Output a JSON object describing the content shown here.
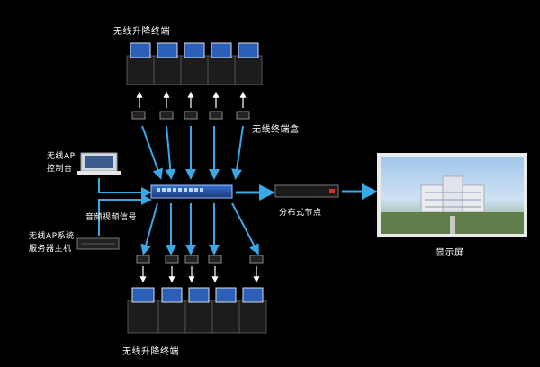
{
  "title_top": "无线升降终端",
  "title_bottom": "无线升降终端",
  "wireless_terminal_label": "无线终端盒",
  "control_panel_label": "无线AP\n控制台",
  "server_label": "无线AP系统\n服务器主机",
  "switch_label": "音频视频信号",
  "matrix_label": "分布式节点",
  "display_label": "显示屏",
  "colors": {
    "background": "#000000",
    "arrow": "#3aa7e6",
    "device_dark": "#1c1c1c",
    "screen_blue": "#2b5fb8"
  }
}
